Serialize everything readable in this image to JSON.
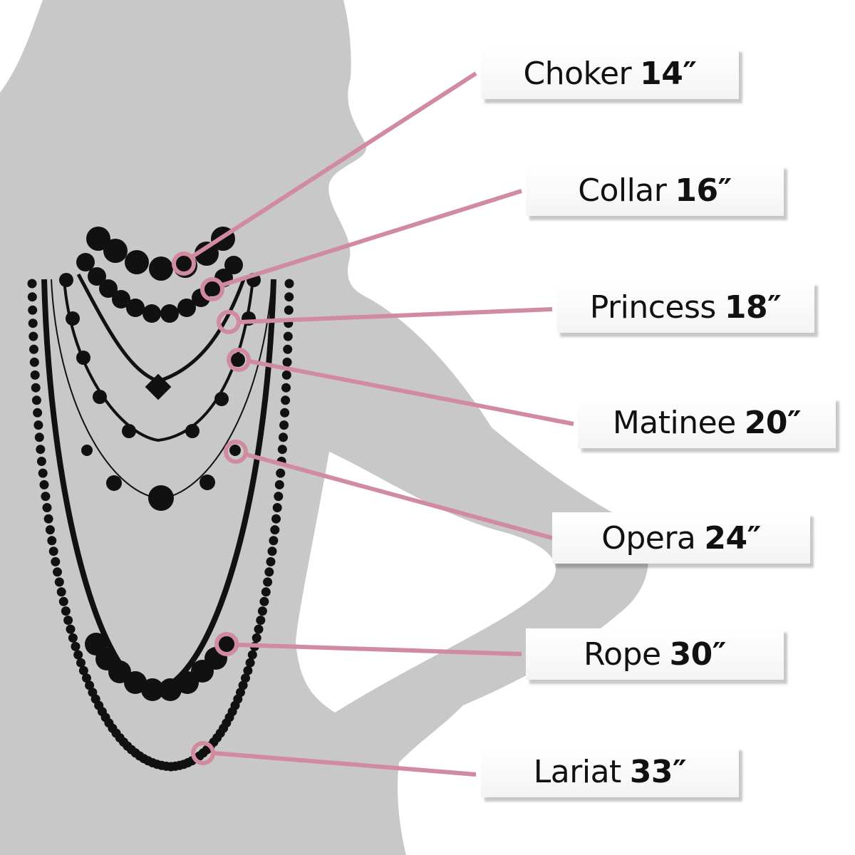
{
  "colors": {
    "silhouette": "#c8c8c8",
    "necklace": "#111111",
    "leader": "#d08b9e",
    "label_bg": "#f7f7f7"
  },
  "necklaces": [
    {
      "name": "Choker",
      "length": "14″"
    },
    {
      "name": "Collar",
      "length": "16″"
    },
    {
      "name": "Princess",
      "length": "18″"
    },
    {
      "name": "Matinee",
      "length": "20″"
    },
    {
      "name": "Opera",
      "length": "24″"
    },
    {
      "name": "Rope",
      "length": "30″"
    },
    {
      "name": "Lariat",
      "length": "33″"
    }
  ]
}
